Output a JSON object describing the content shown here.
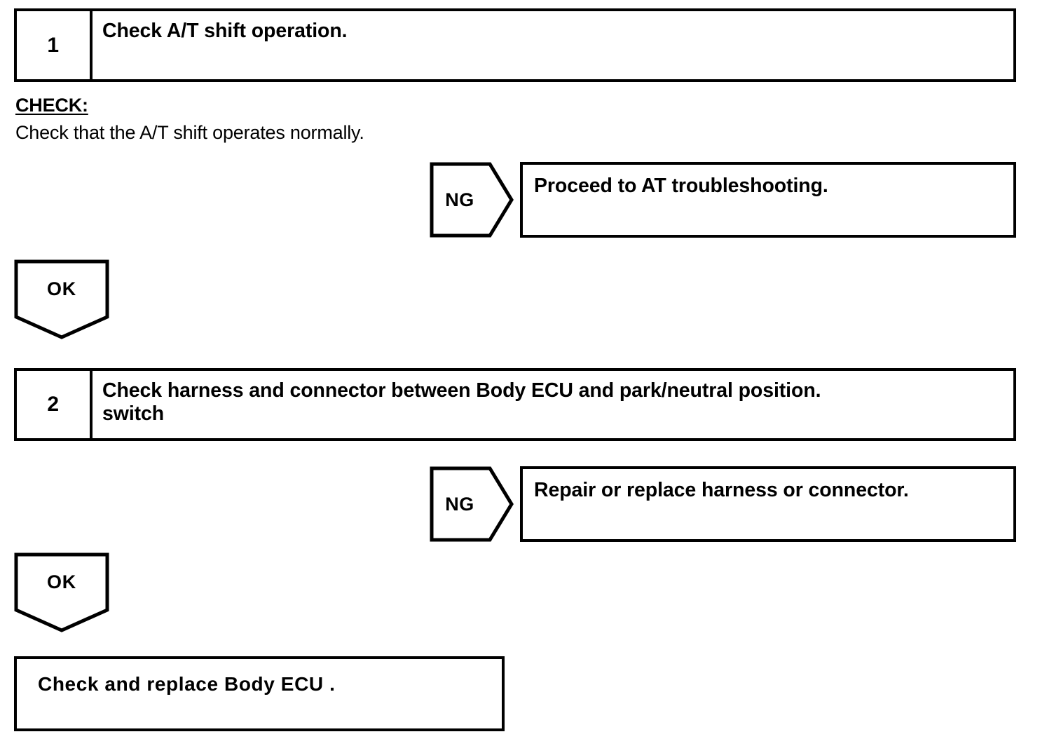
{
  "document": {
    "type": "diagnostic-flowchart",
    "line_color": "#000000",
    "background_color": "#ffffff"
  },
  "steps": [
    {
      "number": "1",
      "title": "Check A/T shift operation.",
      "check_label": "CHECK:",
      "check_description": "Check that the A/T shift operates normally.",
      "ng_label": "NG",
      "ng_result": "Proceed to AT troubleshooting.",
      "ok_label": "OK"
    },
    {
      "number": "2",
      "title": "Check harness and connector between Body ECU and park/neutral position.\nswitch",
      "ng_label": "NG",
      "ng_result": "Repair or replace harness or connector.",
      "ok_label": "OK"
    }
  ],
  "final": {
    "text": "Check and replace Body ECU ."
  }
}
